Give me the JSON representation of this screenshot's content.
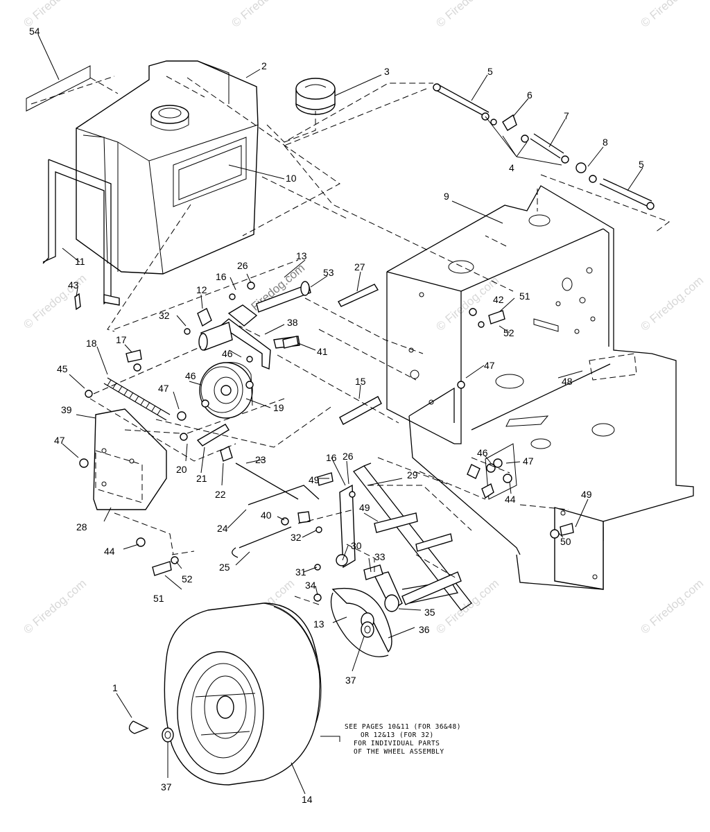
{
  "watermark": "© Firedog.com",
  "note": {
    "line1": "SEE PAGES 10&11 (FOR 36&48)",
    "line2": "OR 12&13 (FOR 32)",
    "line3": "FOR INDIVIDUAL PARTS",
    "line4": "OF THE WHEEL ASSEMBLY"
  },
  "callouts": [
    "54",
    "2",
    "3",
    "5",
    "6",
    "7",
    "8",
    "5",
    "4",
    "10",
    "9",
    "11",
    "43",
    "26",
    "13",
    "16",
    "12",
    "53",
    "27",
    "42",
    "51",
    "32",
    "38",
    "52",
    "41",
    "18",
    "17",
    "46",
    "45",
    "46",
    "47",
    "19",
    "48",
    "47",
    "39",
    "15",
    "16",
    "26",
    "29",
    "47",
    "20",
    "21",
    "22",
    "23",
    "46",
    "47",
    "49",
    "44",
    "49",
    "28",
    "24",
    "40",
    "32",
    "49",
    "30",
    "50",
    "44",
    "52",
    "25",
    "31",
    "33",
    "34",
    "51",
    "13",
    "35",
    "36",
    "37",
    "1",
    "37",
    "14"
  ]
}
